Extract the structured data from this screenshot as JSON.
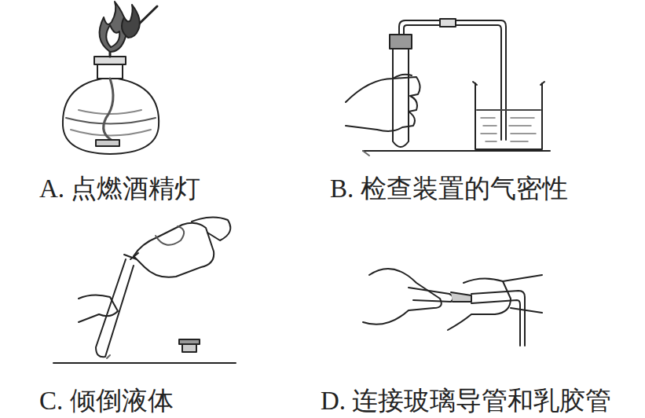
{
  "diagram": {
    "labels": [
      "A. 点燃酒精灯",
      "B. 检查装置的气密性",
      "C. 倾倒液体",
      "D. 连接玻璃导管和乳胶管"
    ]
  }
}
